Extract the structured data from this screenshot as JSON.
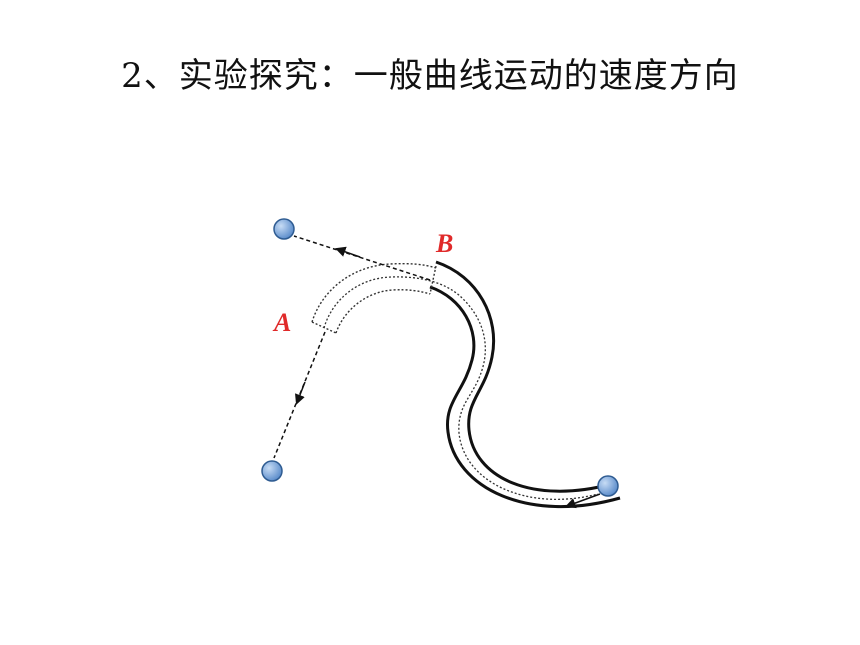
{
  "title": "2、实验探究：一般曲线运动的速度方向",
  "diagram": {
    "label_a": "A",
    "label_b": "B",
    "label_color": "#e02a2a",
    "ball_color": "#6f9fd8",
    "ball_stroke": "#2f5c92",
    "line_color": "#111111"
  }
}
